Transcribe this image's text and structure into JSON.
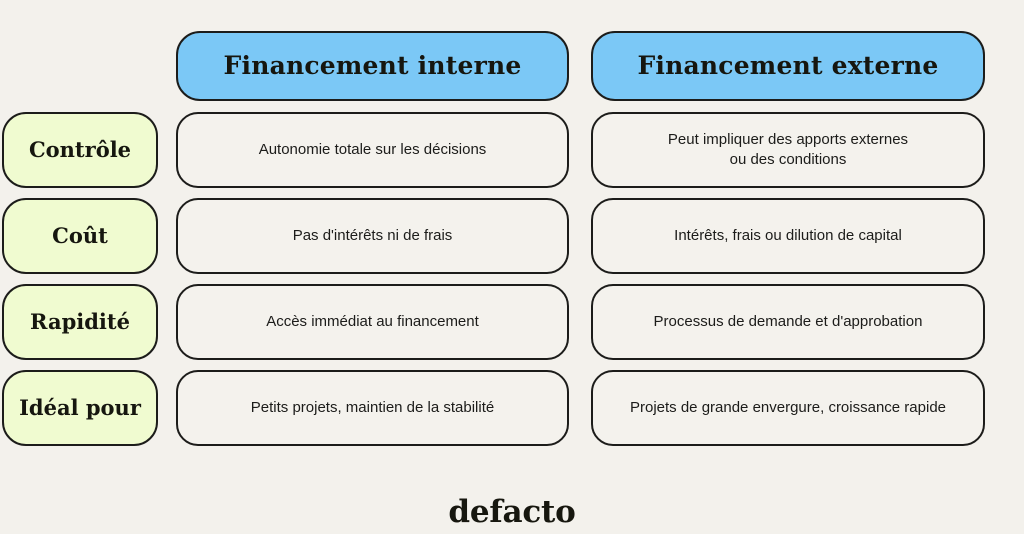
{
  "canvas": {
    "background_color": "#f3f1ec",
    "text_color": "#16160f",
    "border_color": "#1c1c1a"
  },
  "colors": {
    "header_fill": "#7bc8f6",
    "row_label_fill": "#f0fbd0",
    "cell_fill": "#f4f2ed"
  },
  "columns": [
    {
      "label": "Financement interne"
    },
    {
      "label": "Financement externe"
    }
  ],
  "rows": [
    {
      "label": "Contrôle",
      "interne": "Autonomie totale sur les décisions",
      "externe": "Peut impliquer des apports externes\nou des conditions"
    },
    {
      "label": "Coût",
      "interne": "Pas d'intérêts ni de frais",
      "externe": "Intérêts, frais ou dilution de capital"
    },
    {
      "label": "Rapidité",
      "interne": "Accès immédiat au financement",
      "externe": "Processus de demande et d'approbation"
    },
    {
      "label": "Idéal pour",
      "interne": "Petits projets, maintien de la stabilité",
      "externe": "Projets de grande envergure, croissance rapide"
    }
  ],
  "footer": {
    "brand": "defacto"
  }
}
